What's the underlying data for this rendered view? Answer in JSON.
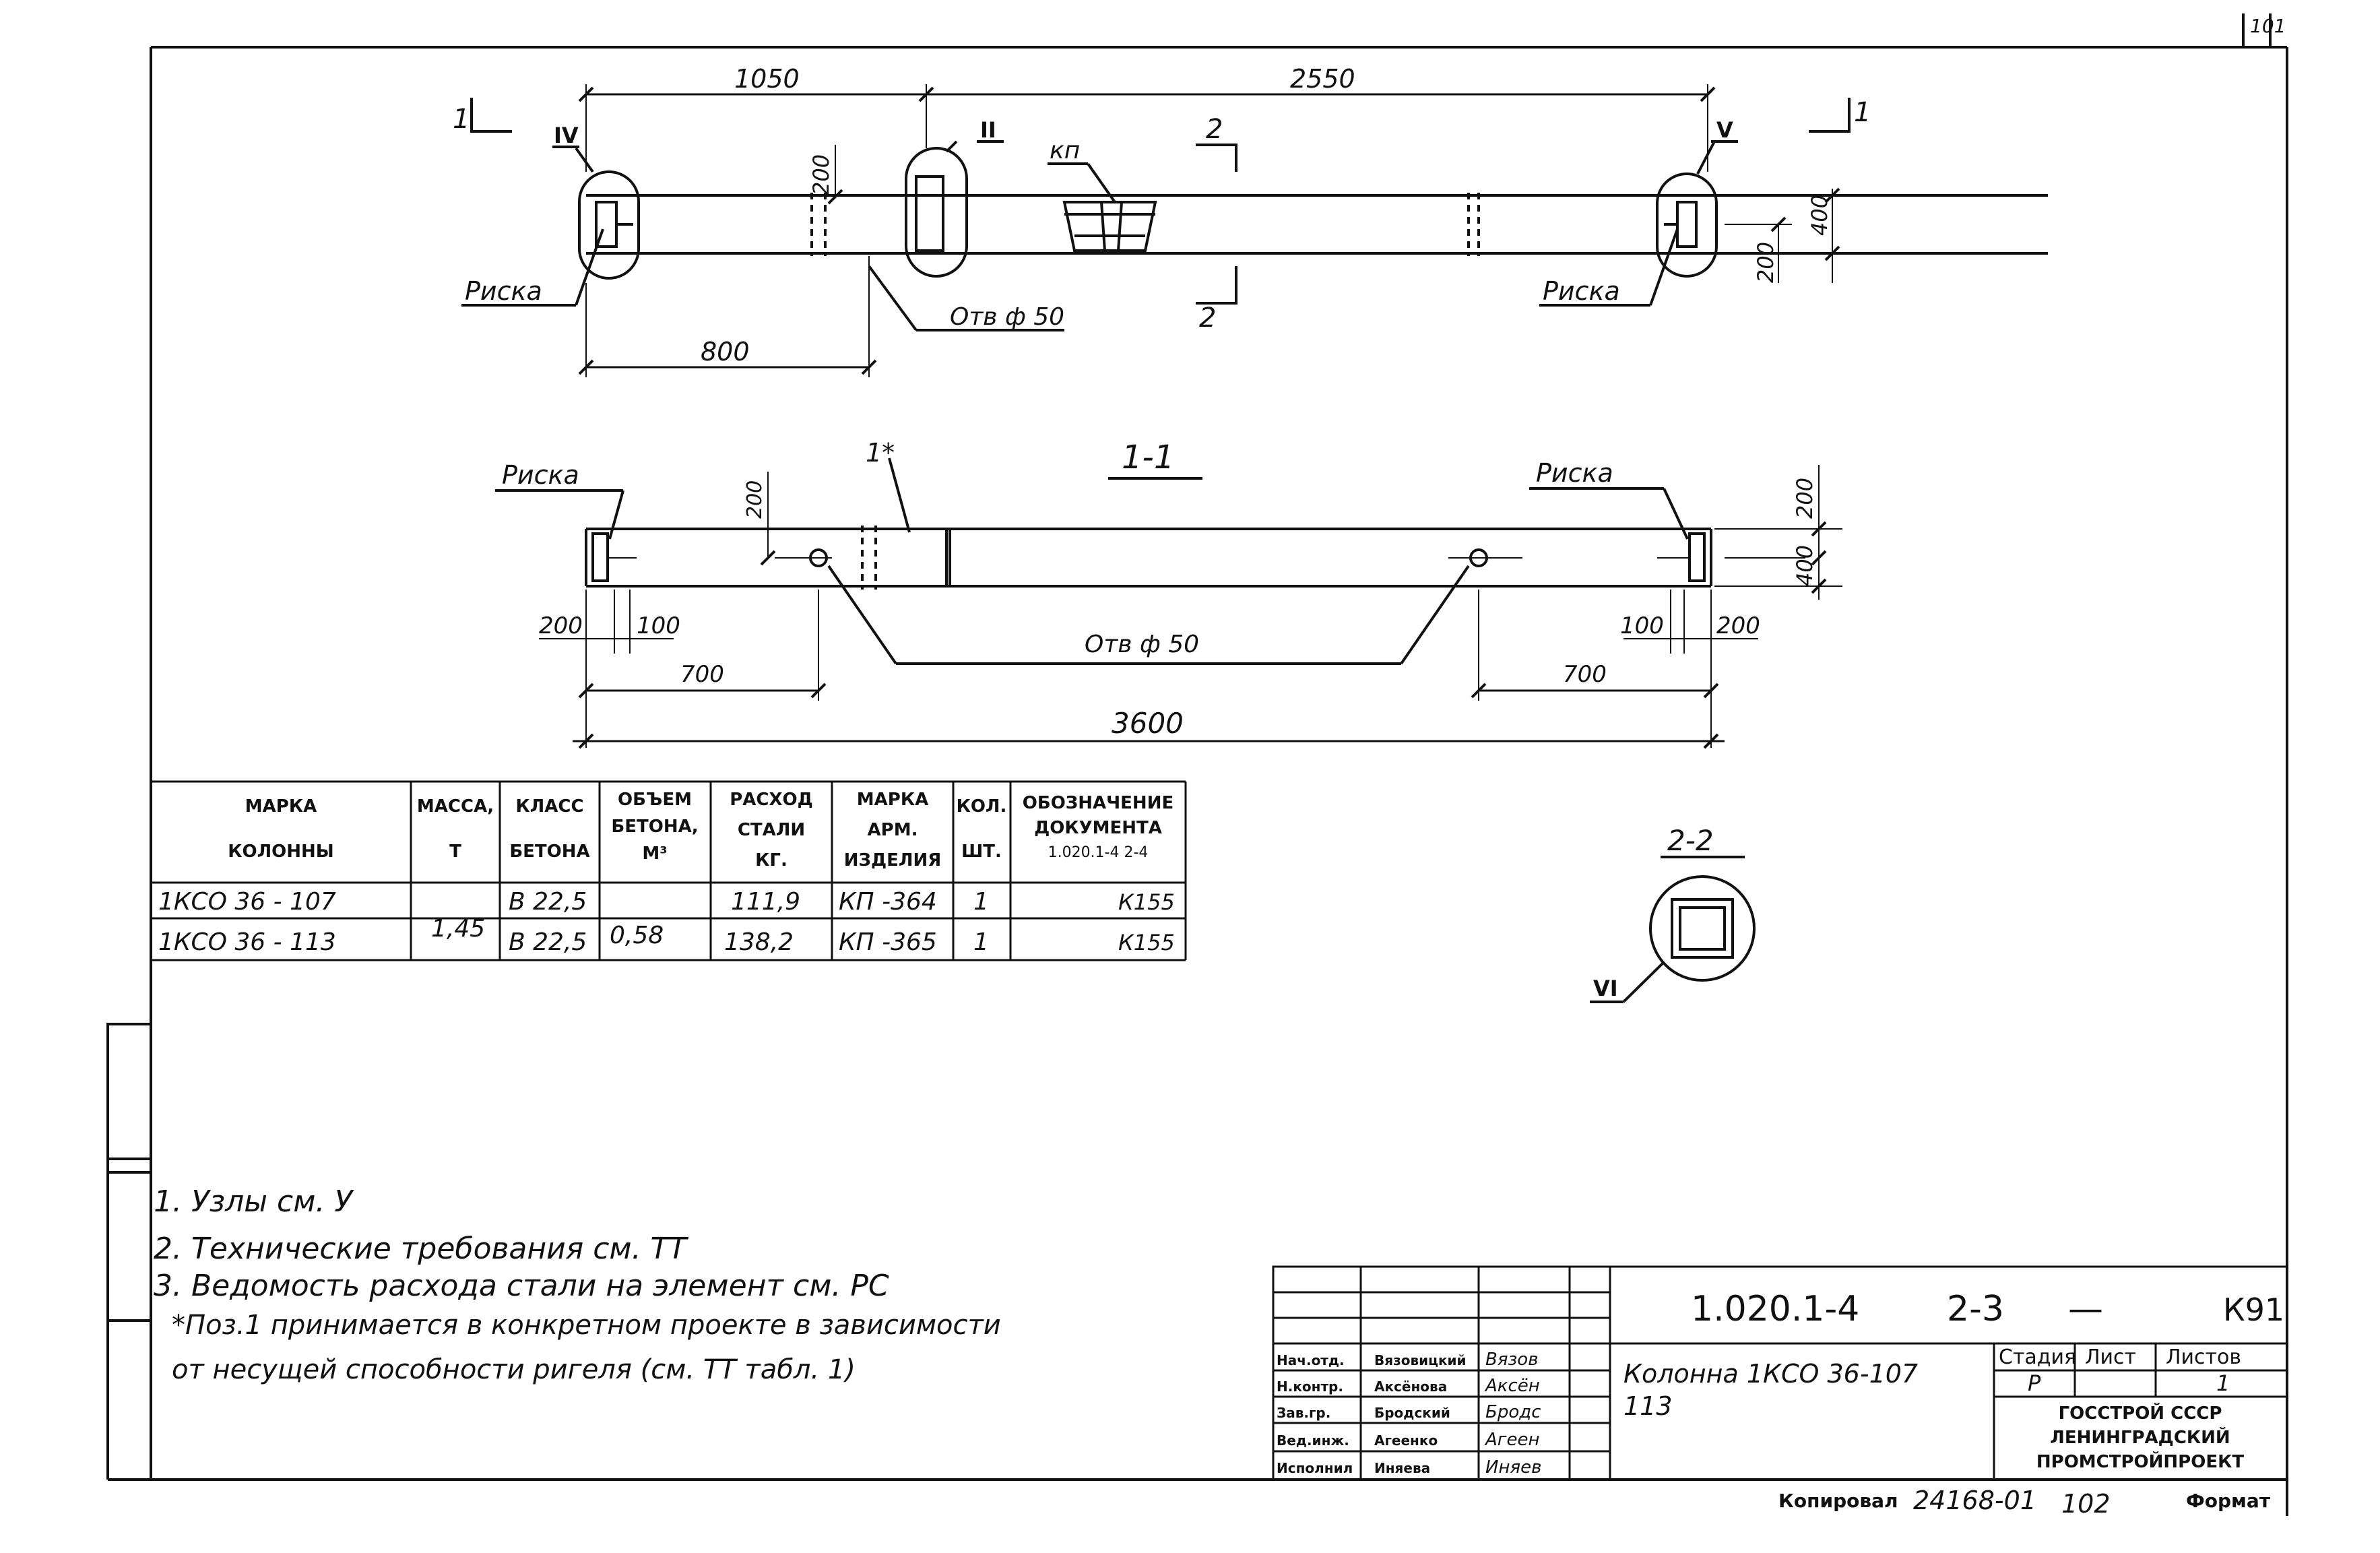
{
  "page_number": "101",
  "plan": {
    "dim_top_left": "1050",
    "dim_top_right": "2550",
    "section_mark": "1",
    "section_2_mark": "2",
    "node_iv": "IV",
    "node_ii": "II",
    "node_v": "V",
    "kp_label": "кп",
    "dim_200_left": "200",
    "dim_400_right": "400",
    "dim_200_right": "200",
    "riska_left": "Риска",
    "riska_right": "Риска",
    "hole_label": "Отв ф 50",
    "dim_800": "800"
  },
  "section_1_1": {
    "title": "1-1",
    "riska_left": "Риска",
    "riska_right": "Риска",
    "pos_1": "1*",
    "dim_200_top_left": "200",
    "dim_200_right": "200",
    "dim_400_right": "400",
    "dim_200_left_bottom": "200",
    "dim_100_left": "100",
    "dim_100_right": "100",
    "dim_200_right_bottom": "200",
    "dim_700_left": "700",
    "dim_700_right": "700",
    "hole_label": "Отв ф 50",
    "dim_total": "3600"
  },
  "section_2_2": {
    "title": "2-2",
    "node_vi": "VI"
  },
  "spec_table": {
    "headers": {
      "marka_1": "МАРКА",
      "marka_2": "КОЛОННЫ",
      "massa_1": "МАССА,",
      "massa_2": "Т",
      "klass_1": "КЛАСС",
      "klass_2": "БЕТОНА",
      "obem_1": "ОБЪЕМ",
      "obem_2": "БЕТОНА,",
      "obem_3": "М³",
      "rashod_1": "РАСХОД",
      "rashod_2": "СТАЛИ",
      "rashod_3": "КГ.",
      "arm_1": "МАРКА",
      "arm_2": "АРМ.",
      "arm_3": "ИЗДЕЛИЯ",
      "kol_1": "КОЛ.",
      "kol_2": "ШТ.",
      "doc_1": "ОБОЗНАЧЕНИЕ",
      "doc_2": "ДОКУМЕНТА",
      "doc_3": "1.020.1-4 2-4"
    },
    "massa_merged": "1,45",
    "obem_merged": "0,58",
    "rows": [
      {
        "marka": "1КСО 36 - 107",
        "klass": "В 22,5",
        "rashod": "111,9",
        "arm": "КП -364",
        "kol": "1",
        "doc": "К155"
      },
      {
        "marka": "1КСО 36 - 113",
        "klass": "В 22,5",
        "rashod": "138,2",
        "arm": "КП -365",
        "kol": "1",
        "doc": "К155"
      }
    ]
  },
  "notes": [
    "1. Узлы см. У",
    "2. Технические требования см. ТТ",
    "3. Ведомость расхода стали на элемент см. РС",
    "*Поз.1 принимается в конкретном проекте в зависимости",
    "от несущей способности ригеля (см. ТТ табл. 1)"
  ],
  "title_block": {
    "doc_code": "1.020.1-4",
    "sheet_code": "2-3",
    "dash": "—",
    "sheet_id": "К91",
    "name_1": "Колонна 1КСО 36-107",
    "name_2": "113",
    "stage_label": "Стадия",
    "sheet_label": "Лист",
    "sheets_label": "Листов",
    "stage_value": "Р",
    "sheets_value": "1",
    "org_1": "ГОССТРОЙ СССР",
    "org_2": "ЛЕНИНГРАДСКИЙ",
    "org_3": "ПРОМСТРОЙПРОЕКТ",
    "staff": [
      {
        "role": "Нач.отд.",
        "name": "Вязовицкий",
        "sign": "Вязов"
      },
      {
        "role": "Н.контр.",
        "name": "Аксёнова",
        "sign": "Аксён"
      },
      {
        "role": "Зав.гр.",
        "name": "Бродский",
        "sign": "Бродс"
      },
      {
        "role": "Вед.инж.",
        "name": "Агеенко",
        "sign": "Агеен"
      },
      {
        "role": "Исполнил",
        "name": "Иняева",
        "sign": "Иняев"
      }
    ]
  },
  "footer": {
    "copied": "Копировал",
    "number": "24168-01",
    "page": "102",
    "format": "Формат"
  }
}
